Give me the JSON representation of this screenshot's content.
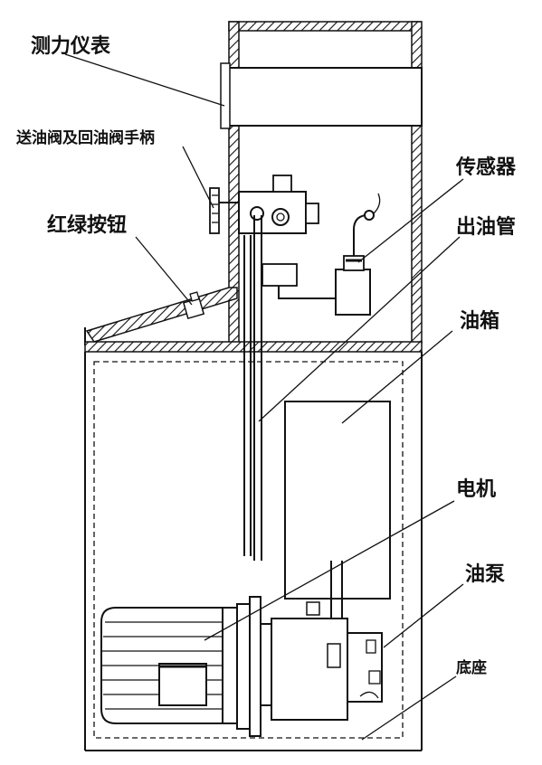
{
  "labels": {
    "gauge": "测力仪表",
    "valve_handles": "送油阀及回油阀手柄",
    "buttons": "红绿按钮",
    "sensor": "传感器",
    "outlet_pipe": "出油管",
    "oil_tank": "油箱",
    "motor": "电机",
    "oil_pump": "油泵",
    "base": "底座"
  }
}
